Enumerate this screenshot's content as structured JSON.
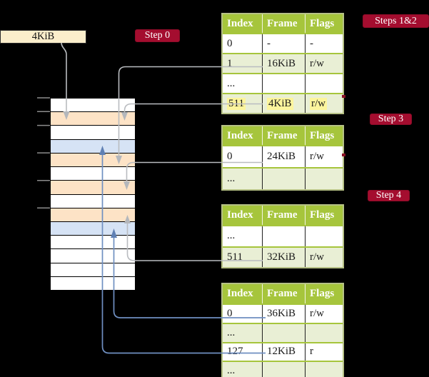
{
  "frame_label": {
    "text": "4KiB"
  },
  "steps": {
    "step0": "Step 0",
    "steps12": "Steps 1&2",
    "step3": "Step 3",
    "step4": "Step 4"
  },
  "memory": {
    "rows": [
      "white",
      "orange",
      "white",
      "blue",
      "orange",
      "white",
      "orange",
      "white",
      "orange",
      "blue",
      "white",
      "white",
      "white",
      "white"
    ]
  },
  "tables": [
    {
      "name": "steps-1-2-table",
      "columns": [
        "Index",
        "Frame",
        "Flags"
      ],
      "rows": [
        {
          "cells": [
            "0",
            "-",
            "-"
          ]
        },
        {
          "cells": [
            "1",
            "16KiB",
            "r/w"
          ]
        },
        {
          "cells": [
            "...",
            "",
            ""
          ]
        },
        {
          "cells": [
            "511",
            "4KiB",
            "r/w"
          ],
          "highlight": true
        }
      ]
    },
    {
      "name": "step-3-table",
      "columns": [
        "Index",
        "Frame",
        "Flags"
      ],
      "rows": [
        {
          "cells": [
            "0",
            "24KiB",
            "r/w"
          ]
        },
        {
          "cells": [
            "...",
            "",
            ""
          ]
        }
      ]
    },
    {
      "name": "step-4-upper-table",
      "columns": [
        "Index",
        "Frame",
        "Flags"
      ],
      "rows": [
        {
          "cells": [
            "...",
            "",
            ""
          ]
        },
        {
          "cells": [
            "511",
            "32KiB",
            "r/w"
          ]
        }
      ]
    },
    {
      "name": "step-4-lower-table",
      "columns": [
        "Index",
        "Frame",
        "Flags"
      ],
      "rows": [
        {
          "cells": [
            "0",
            "36KiB",
            "r/w"
          ]
        },
        {
          "cells": [
            "...",
            "",
            ""
          ]
        },
        {
          "cells": [
            "127",
            "12KiB",
            "r"
          ]
        },
        {
          "cells": [
            "...",
            "",
            ""
          ]
        }
      ]
    }
  ],
  "colors": {
    "crimson": "#a40d2f",
    "green": "#a6c53c",
    "shade": "#e9efd5",
    "tableBorder": "#b6c186",
    "orange": "#fde3c6",
    "lightblue": "#d6e3f5",
    "cream": "#fbeecb",
    "yellow": "#fcf59d",
    "gray_arrow": "#b9bcc0",
    "blue_arrow": "#6f8fc1"
  }
}
